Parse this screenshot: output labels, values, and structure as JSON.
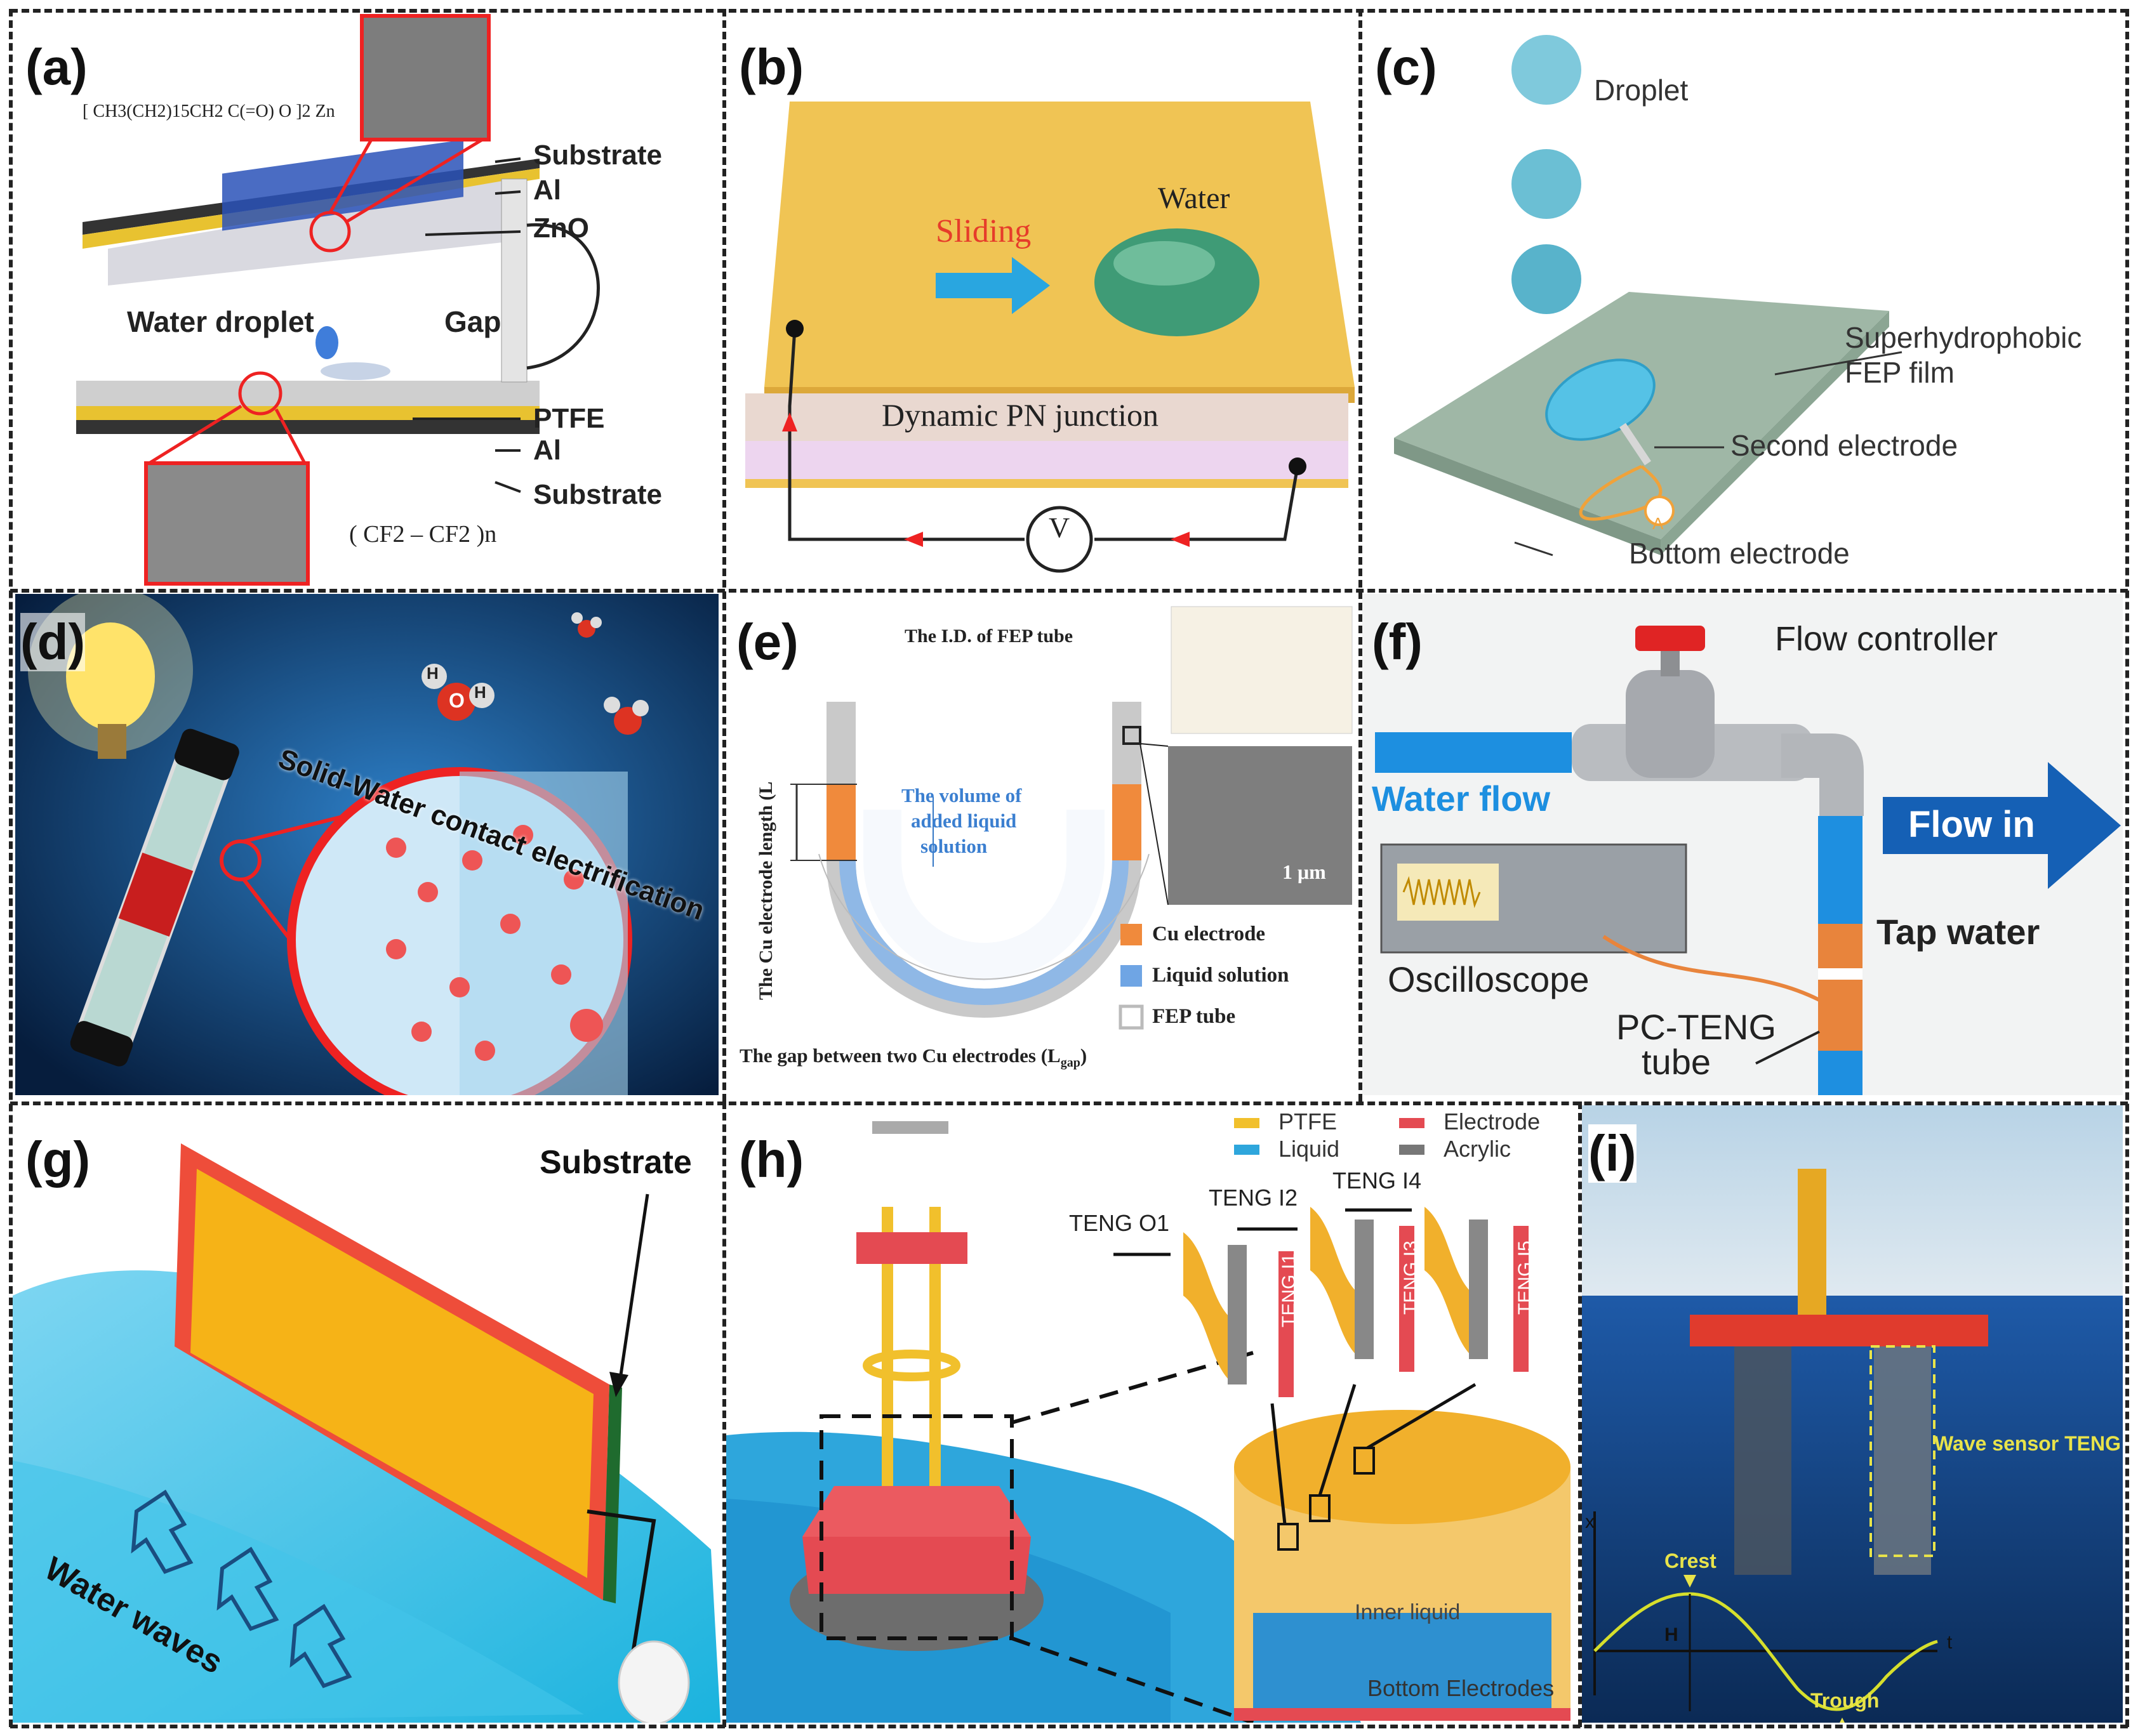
{
  "panels": {
    "a": {
      "label": "(a)",
      "formula_top": "[ CH3(CH2)15CH2 C(=O) O ]2 Zn",
      "formula_bottom": "( CF2 – CF2 )n",
      "labels": [
        "Substrate",
        "Al",
        "ZnO",
        "Water droplet",
        "Gap",
        "PTFE",
        "Al",
        "Substrate"
      ]
    },
    "b": {
      "label": "(b)",
      "sliding": "Sliding",
      "water": "Water",
      "junction": "Dynamic PN junction",
      "meter": "V"
    },
    "c": {
      "label": "(c)",
      "droplet": "Droplet",
      "film_line1": "Superhydrophobic",
      "film_line2": "FEP film",
      "second_electrode": "Second electrode",
      "bottom_electrode": "Bottom electrode",
      "ammeter": "A"
    },
    "d": {
      "label": "(d)",
      "arc_text": "Solid-Water contact electrification",
      "atoms": [
        "H",
        "O",
        "H"
      ]
    },
    "e": {
      "label": "(e)",
      "id_label": "The I.D. of FEP tube",
      "cu_length": "The Cu electrode length (L",
      "volume_l1": "The volume of",
      "volume_l2": "added liquid",
      "volume_l3": "solution",
      "scale": "1 μm",
      "legend": [
        "Cu electrode",
        "Liquid solution",
        "FEP tube"
      ],
      "gap_text": "The gap between two Cu electrodes (L",
      "gap_sub": "gap",
      "gap_close": ")"
    },
    "f": {
      "label": "(f)",
      "flow_controller": "Flow controller",
      "water_flow": "Water flow",
      "flow_in": "Flow in",
      "tap_water": "Tap water",
      "oscilloscope": "Oscilloscope",
      "teng_l1": "PC-TENG",
      "teng_l2": "tube"
    },
    "g": {
      "label": "(g)",
      "substrate": "Substrate",
      "water_waves": "Water waves"
    },
    "h": {
      "label": "(h)",
      "legend": [
        "PTFE",
        "Electrode",
        "Liquid",
        "Acrylic"
      ],
      "teng_o1": "TENG O1",
      "teng_i2": "TENG I2",
      "teng_i4": "TENG I4",
      "teng_i1": "TENG I1",
      "teng_i3": "TENG I3",
      "teng_i5": "TENG I5",
      "inner_liquid": "Inner liquid",
      "bottom_electrodes": "Bottom Electrodes"
    },
    "i": {
      "label": "(i)",
      "wave_sensor": "Wave sensor TENG",
      "crest": "Crest",
      "trough": "Trough",
      "x_axis": "x",
      "t_axis": "t",
      "h_label": "H"
    }
  },
  "colors": {
    "gold": "#f1b92f",
    "red": "#e53b3b",
    "water_blue": "#3fb6e8",
    "dark_navy": "#0b2a55",
    "fep_green": "#8fa99a"
  }
}
